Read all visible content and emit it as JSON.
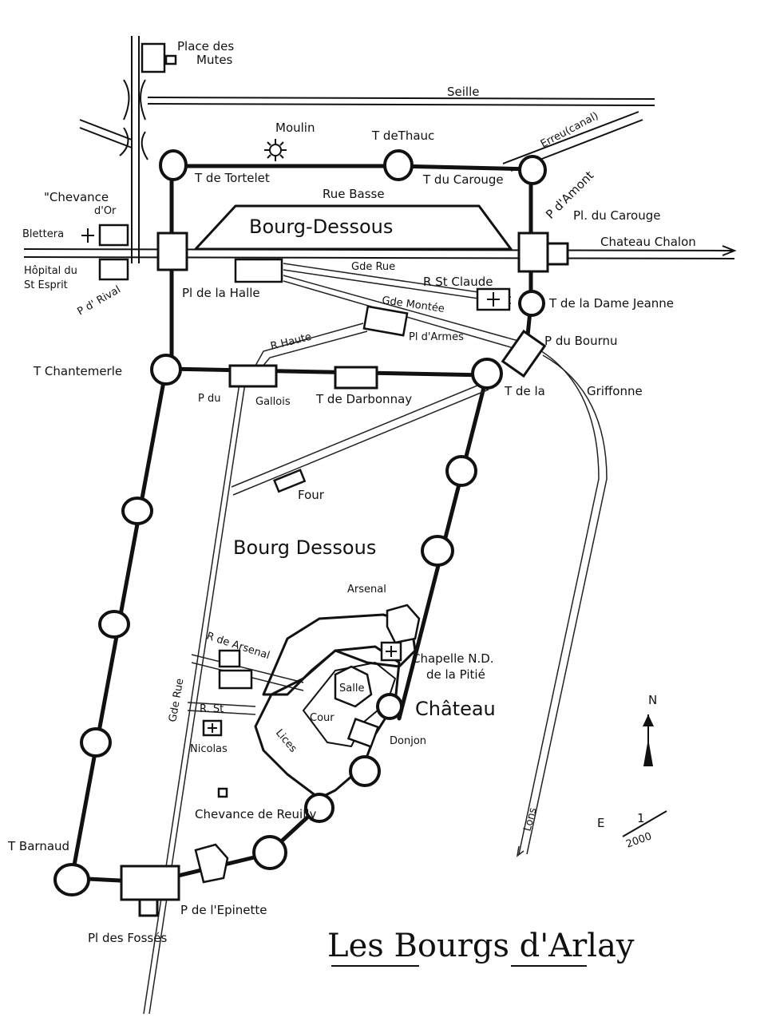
{
  "title": "Les Bourgs d'Arlay",
  "labels": {
    "place_des_mutes_1": "Place des",
    "place_des_mutes_2": "Mutes",
    "seille": "Seille",
    "moulin": "Moulin",
    "t_de_thauc": "T deThauc",
    "erreu_canal": "Erreu(canal)",
    "t_de_tortelet": "T de Tortelet",
    "t_du_carouge": "T du Carouge",
    "p_d_amont": "P d'Amont",
    "chevance_or_1": "\"Chevance",
    "chevance_or_2": "d'Or",
    "rue_basse": "Rue Basse",
    "bourg_dessous_top": "Bourg-Dessous",
    "pl_du_carouge": "Pl. du Carouge",
    "chateau_chalon": "Chateau Chalon",
    "blettera": "Blettera",
    "hopital_1": "Hôpital du",
    "hopital_2": "St Esprit",
    "p_d_rival": "P d' Rival",
    "gde_rue_top": "Gde Rue",
    "r_st_claude": "R St Claude",
    "pl_de_la_halle": "Pl de la Halle",
    "gde_montee": "Gde Montée",
    "t_dame_jeanne": "T de la Dame Jeanne",
    "r_haute": "R Haute",
    "pl_d_armes": "Pl d'Armes",
    "p_du_bournu": "P du Bournu",
    "t_chantemerle": "T Chantemerle",
    "p_du": "P du",
    "gallois": "Gallois",
    "t_de_darbonnay": "T de Darbonnay",
    "t_de_la": "T de la",
    "griffonne": "Griffonne",
    "four": "Four",
    "bourg_dessous_mid": "Bourg Dessous",
    "arsenal": "Arsenal",
    "r_de_arsenal": "R de Arsenal",
    "chapelle_1": "Chapelle N.D.",
    "chapelle_2": "de la Pitié",
    "gde_rue_side": "Gde Rue",
    "salle": "Salle",
    "chateau": "Château",
    "r_st": "R. St",
    "nicolas": "Nicolas",
    "cour": "Cour",
    "lices": "Lices",
    "donjon": "Donjon",
    "north": "N",
    "lons": "Lons",
    "chevance_reuilly": "Chevance de Reuilly",
    "scale_e": "E",
    "scale_num": "1",
    "scale_den": "2000",
    "t_barnaud": "T Barnaud",
    "p_de_l_epinette": "P de l'Epinette",
    "pl_des_fosses": "Pl des Fossés"
  }
}
